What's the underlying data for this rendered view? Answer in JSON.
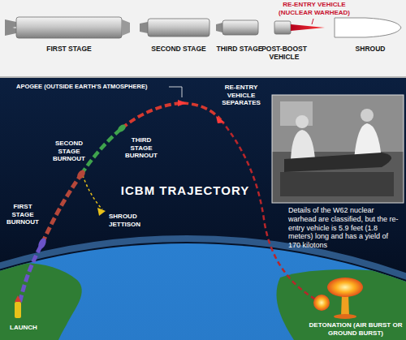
{
  "diagram": {
    "labels": [
      "RE-ENTRY VEHICLE (NUCLEAR WARHEAD)",
      "FIRST STAGE",
      "SECOND STAGE",
      "THIRD STAGE",
      "POST-BOOST VEHICLE",
      "SHROUD",
      "APOGEE (OUTSIDE EARTH'S ATMOSPHERE)",
      "RE-ENTRY VEHICLE SEPARATES",
      "THIRD STAGE BURNOUT",
      "SECOND STAGE BURNOUT",
      "ICBM TRAJECTORY",
      "FIRST STAGE BURNOUT",
      "SHROUD JETTISON",
      "LAUNCH",
      "DETONATION (AIR BURST OR GROUND BURST)",
      "Details of the W62 nuclear warhead are classified, but the re-entry vehicle is 5.9 feet (1.8 meters) long and has a yield of 170 kilotons"
    ]
  }
}
